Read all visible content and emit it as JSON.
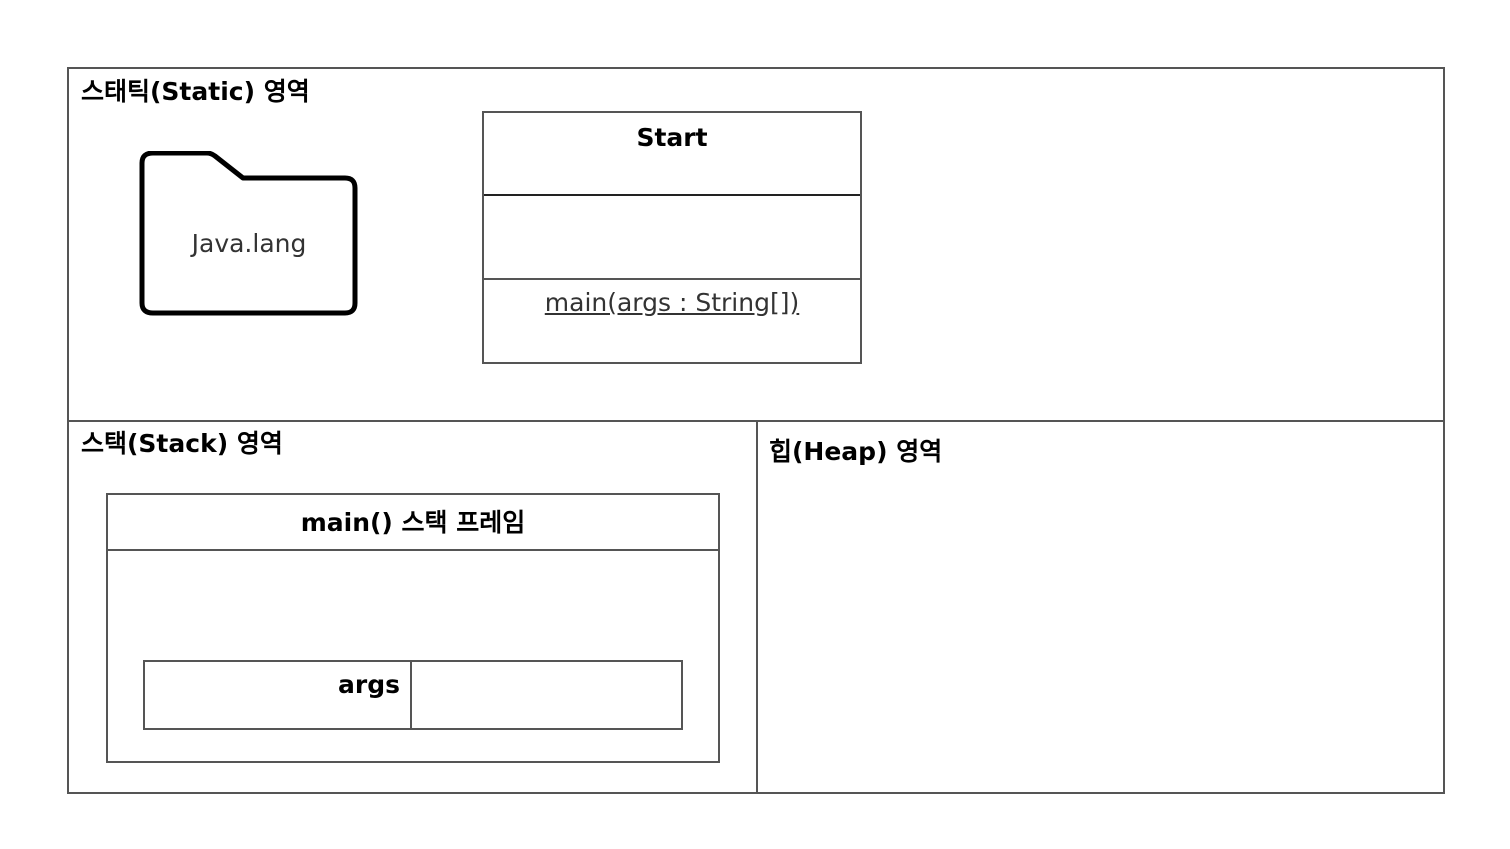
{
  "static_region": {
    "title": "스태틱(Static) 영역",
    "package": {
      "icon": "folder-icon",
      "label": "Java.lang"
    },
    "class": {
      "name": "Start",
      "attributes": [],
      "operation": "main(args : String[])"
    }
  },
  "stack_region": {
    "title": "스택(Stack) 영역",
    "frame": {
      "title": "main() 스택 프레임",
      "variable": {
        "name": "args",
        "value": ""
      }
    }
  },
  "heap_region": {
    "title": "힙(Heap) 영역"
  },
  "colors": {
    "border": "#555555",
    "text": "#000000"
  }
}
